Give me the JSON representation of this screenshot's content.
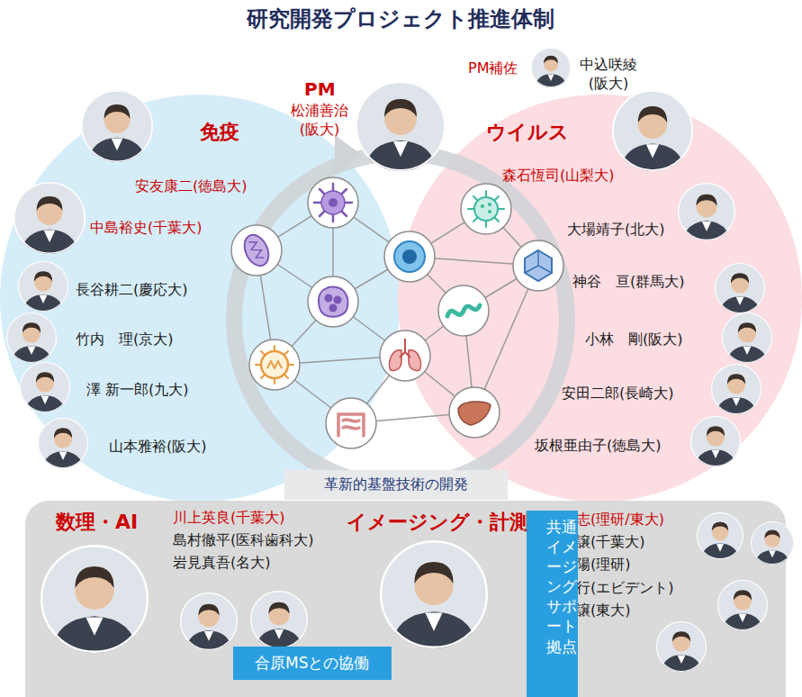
{
  "diagram": {
    "title": "研究開発プロジェクト推進体制",
    "nodes": [
      {
        "text": [
          "免疫",
          "安友康二(徳島大)",
          "中島裕史(千葉大)",
          "長谷耕二(慶応大)",
          "竹内　理(京大)",
          "澤 新一郎(九大)",
          "山本雅裕(阪大)"
        ]
      },
      {
        "text": [
          "ウイルス",
          "森石恆司(山梨大)",
          "大場靖子(北大)",
          "神谷　亘(群馬大)",
          "小林　剛(阪大)",
          "安田二郎(長崎大)",
          "坂根亜由子(徳島大)"
        ]
      },
      {
        "text": [
          "革新的基盤技術の開発"
        ]
      },
      {
        "text": [
          "数理・AI",
          "川上英良(千葉大)",
          "島村徹平(医科歯科大)",
          "岩見真吾(名大)",
          "イメージング・計測",
          "岡田康志(理研/東大)",
          "池原　譲(千葉大)",
          "岡田峰陽(理研)",
          "阿部勝行(エビデント)",
          "鈴木　譲(東大)"
        ]
      },
      {
        "text": [
          "合原MSとの協働"
        ],
        "in": 3
      },
      {
        "text": [
          "共通イメージング サポート拠点"
        ],
        "in": 3
      }
    ],
    "labels": [
      "PM",
      "松浦善治 (阪大)",
      "PM補佐",
      "中込咲綾 (阪大)"
    ]
  }
}
